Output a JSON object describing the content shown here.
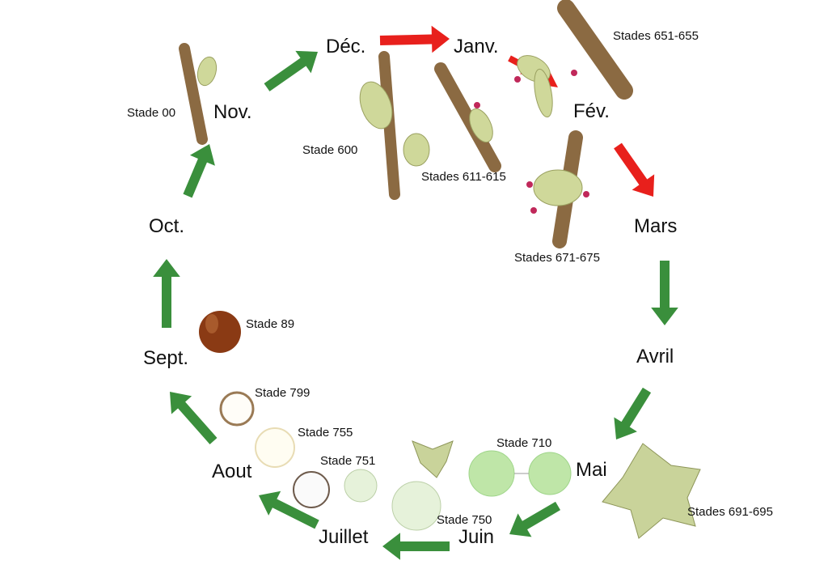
{
  "colors": {
    "green_arrow": "#3a8f3c",
    "red_arrow": "#e8201c",
    "twig": "#8b6a42",
    "bud": "#cfd89a",
    "nut": "#8a3a14"
  },
  "months": {
    "dec": "Déc.",
    "janv": "Janv.",
    "fev": "Fév.",
    "mars": "Mars",
    "avril": "Avril",
    "mai": "Mai",
    "juin": "Juin",
    "juillet": "Juillet",
    "aout": "Aout",
    "sept": "Sept.",
    "oct": "Oct.",
    "nov": "Nov."
  },
  "stages": {
    "s651": "Stades 651-655",
    "s00": "Stade 00",
    "s600": "Stade 600",
    "s611": "Stades 611-615",
    "s671": "Stades 671-675",
    "s89": "Stade 89",
    "s799": "Stade 799",
    "s755": "Stade 755",
    "s751": "Stade 751",
    "s710": "Stade 710",
    "s691": "Stades  691-695",
    "s750": "Stade 750"
  }
}
